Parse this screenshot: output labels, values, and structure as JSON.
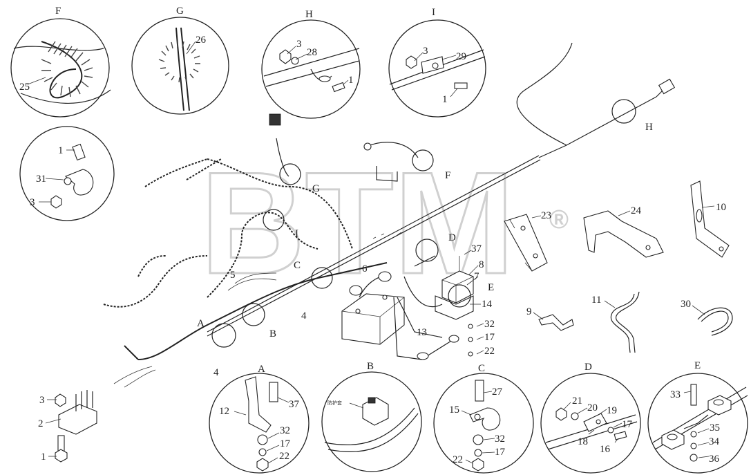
{
  "watermark": {
    "text": "BTM",
    "mark": "®",
    "color": "#bdbdbd"
  },
  "detail_labels": {
    "F": "F",
    "G": "G",
    "H": "H",
    "I": "I",
    "A": "A",
    "B": "B",
    "C": "C",
    "D": "D",
    "E": "E"
  },
  "detail_F": {
    "p25": "25"
  },
  "detail_G": {
    "p26": "26"
  },
  "detail_H": {
    "p3": "3",
    "p28": "28",
    "p1": "1"
  },
  "detail_I": {
    "p3": "3",
    "p29": "29",
    "p1": "1"
  },
  "detail_clamp": {
    "p1": "1",
    "p31": "31",
    "p3": "3"
  },
  "detail_A": {
    "p12": "12",
    "p37": "37",
    "p32": "32",
    "p17": "17",
    "p22": "22"
  },
  "detail_B": {
    "note": "防护套"
  },
  "detail_C": {
    "p27": "27",
    "p15": "15",
    "p32": "32",
    "p17": "17",
    "p22": "22"
  },
  "detail_D": {
    "p21": "21",
    "p20": "20",
    "p19": "19",
    "p17": "17",
    "p18": "18",
    "p16": "16"
  },
  "detail_E": {
    "p33": "33",
    "p35": "35",
    "p34": "34",
    "p36": "36"
  },
  "bracket_part": {
    "p3": "3",
    "p2": "2",
    "p1": "1"
  },
  "main_labels": {
    "G": "G",
    "F": "F",
    "H": "H",
    "I": "I",
    "A": "A",
    "B": "B",
    "C": "C",
    "D": "D",
    "E": "E",
    "p4a": "4",
    "p4b": "4",
    "p5": "5",
    "p6": "6",
    "p7": "7",
    "p8": "8",
    "p13": "13",
    "p14": "14",
    "p22": "22",
    "p17": "17",
    "p32": "32",
    "p37": "37",
    "p23": "23"
  },
  "loose_parts": {
    "p24": "24",
    "p10": "10",
    "p9": "9",
    "p11": "11",
    "p30": "30"
  }
}
